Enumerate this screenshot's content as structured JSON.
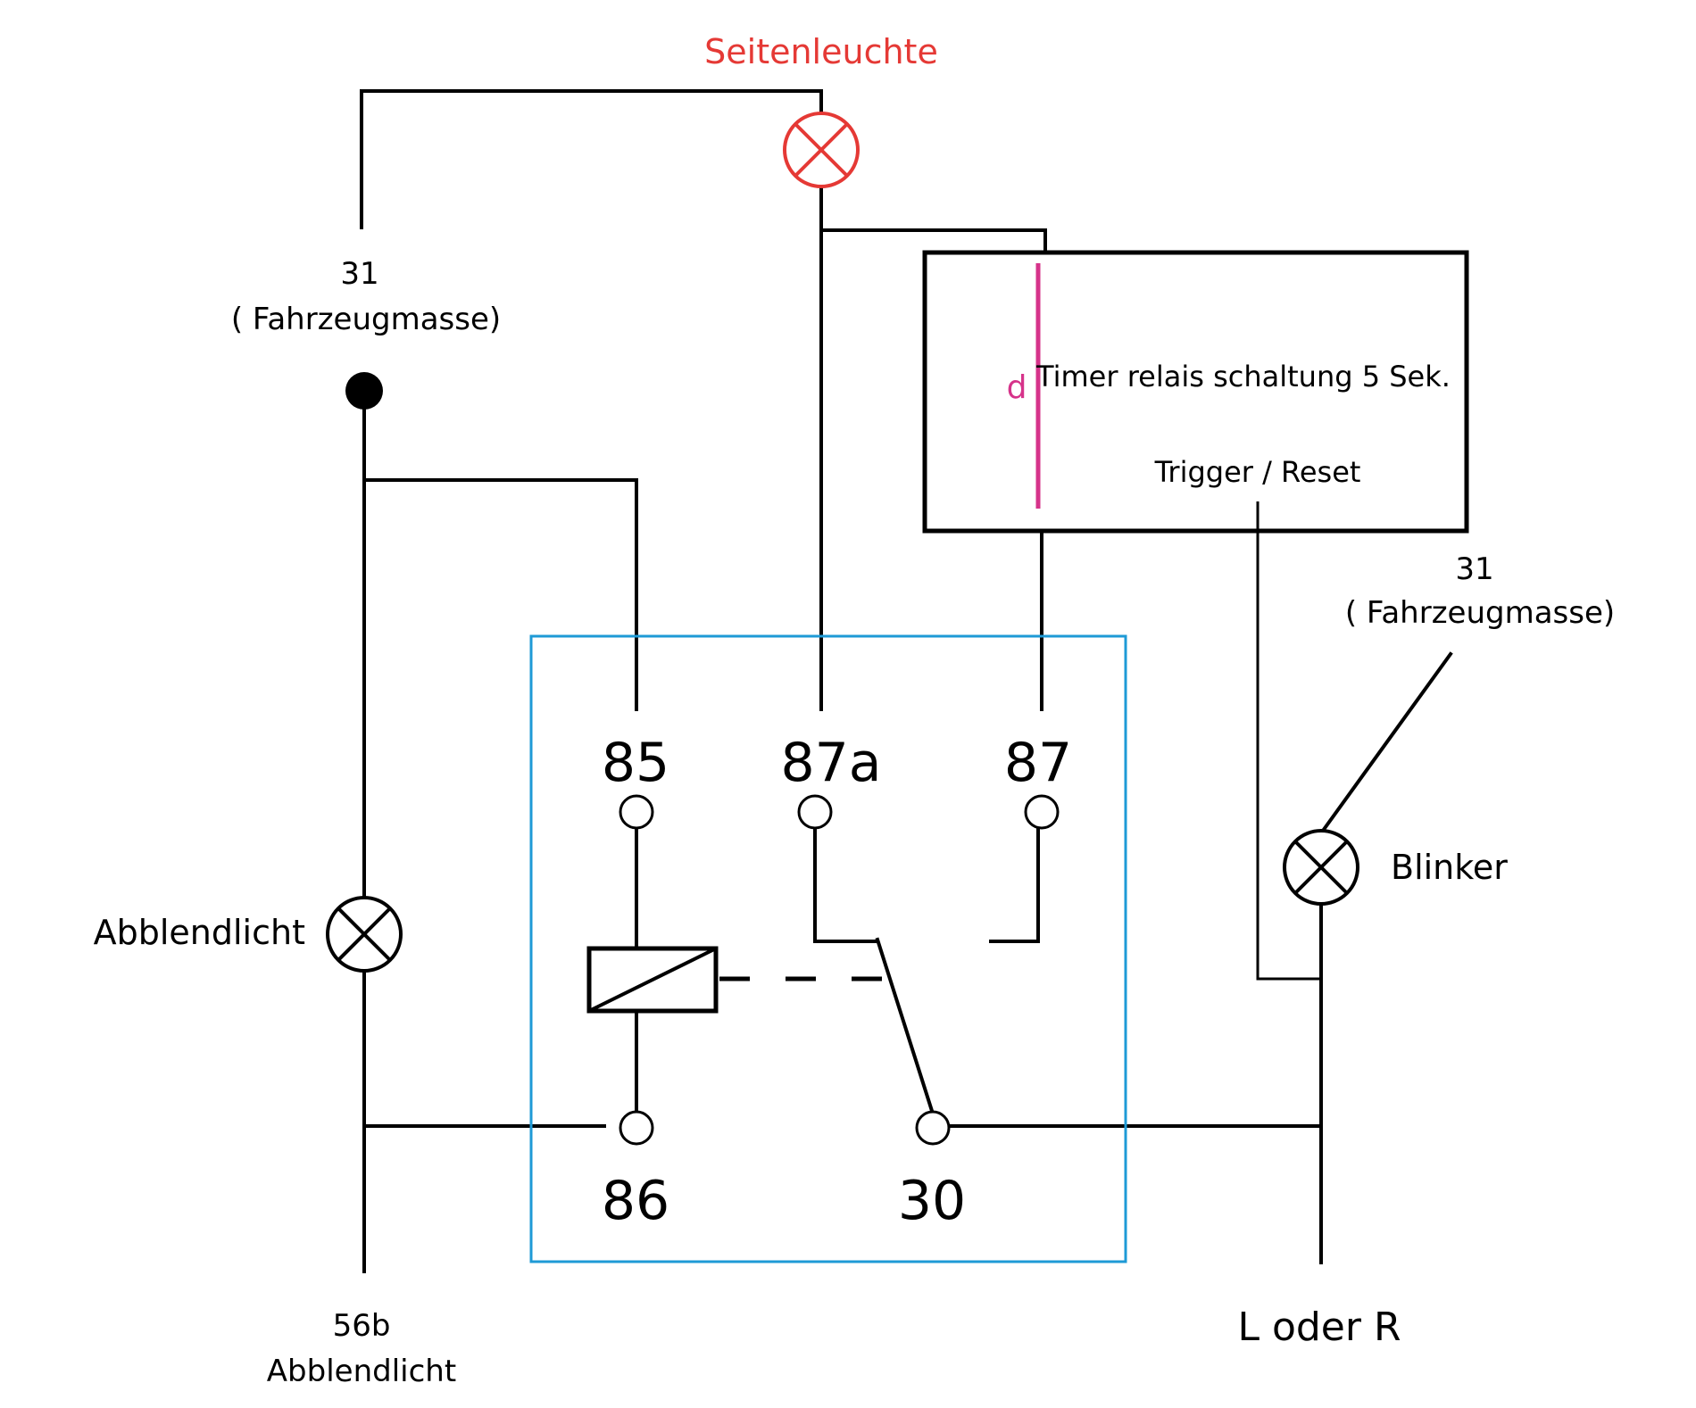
{
  "labels": {
    "side_light": "Seitenleuchte",
    "ground_left_num": "31",
    "ground_left_name": "( Fahrzeugmasse)",
    "ground_right_num": "31",
    "ground_right_name": "( Fahrzeugmasse)",
    "low_beam_lamp": "Abblendlicht",
    "blinker_lamp": "Blinker",
    "terminal_56b_num": "56b",
    "terminal_56b_name": "Abblendlicht",
    "l_or_r": "L oder R",
    "timer_title": "Timer relais schaltung 5 Sek.",
    "timer_trigger": "Trigger / Reset",
    "timer_delay": "d"
  },
  "relay": {
    "pin_85": "85",
    "pin_87a": "87a",
    "pin_87": "87",
    "pin_86": "86",
    "pin_30": "30"
  },
  "colors": {
    "wire": "#000000",
    "side_light": "#e53935",
    "relay_box": "#1e9ad6",
    "timer_delay": "#d6338a"
  },
  "icons": {
    "lamp": "lamp-cross-icon",
    "coil": "relay-coil-icon",
    "junction": "junction-dot-icon"
  }
}
